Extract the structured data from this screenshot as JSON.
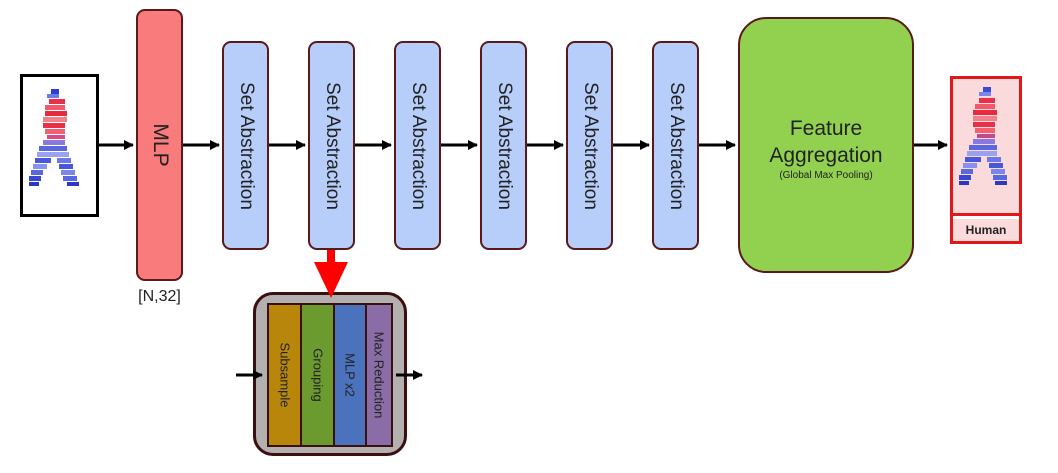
{
  "colors": {
    "mlp": "#f97b7b",
    "set_abstraction": "#b7cefa",
    "feature_aggregation": "#92d050",
    "output_border": "#e3161a",
    "subsample": "#b8860b",
    "grouping": "#6b9a2e",
    "mlp_x2": "#4a72bd",
    "max_reduction": "#8a6da6",
    "detail_bg": "#b5b0b0"
  },
  "input": {
    "icon": "walking-person-point-cloud"
  },
  "mlp": {
    "label": "MLP",
    "shape": "[N,32]"
  },
  "set_abstraction": {
    "blocks": [
      {
        "label": "Set Abstraction"
      },
      {
        "label": "Set Abstraction"
      },
      {
        "label": "Set Abstraction"
      },
      {
        "label": "Set Abstraction"
      },
      {
        "label": "Set Abstraction"
      },
      {
        "label": "Set Abstraction"
      }
    ]
  },
  "feature_aggregation": {
    "label_line1": "Feature",
    "label_line2": "Aggregation",
    "sublabel": "(Global Max Pooling)"
  },
  "output": {
    "label": "Human"
  },
  "detail": {
    "steps": [
      {
        "label": "Subsample"
      },
      {
        "label": "Grouping"
      },
      {
        "label": "MLP x2"
      },
      {
        "label": "Max Reduction"
      }
    ]
  }
}
